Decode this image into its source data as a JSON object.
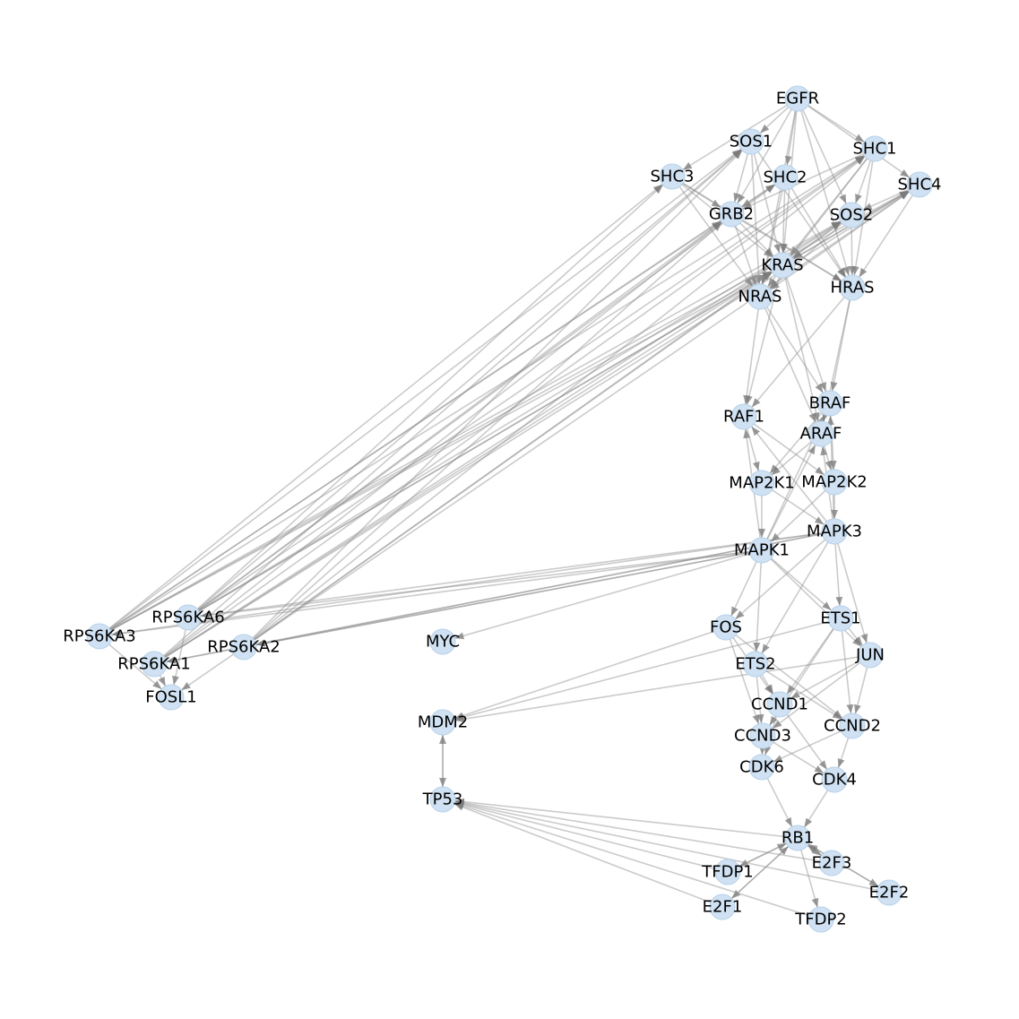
{
  "graph": {
    "type": "directed-network",
    "colors": {
      "node_fill": "#cfe1f2",
      "node_stroke": "#b7d2ea",
      "edge": "#8c8c8c",
      "label": "#000000",
      "background": "#ffffff"
    },
    "nodes": [
      "EGFR",
      "SOS1",
      "SHC1",
      "SHC3",
      "SHC2",
      "SHC4",
      "GRB2",
      "SOS2",
      "KRAS",
      "NRAS",
      "HRAS",
      "BRAF",
      "RAF1",
      "ARAF",
      "MAP2K1",
      "MAP2K2",
      "MAPK3",
      "MAPK1",
      "RPS6KA6",
      "RPS6KA3",
      "RPS6KA2",
      "RPS6KA1",
      "FOSL1",
      "MYC",
      "FOS",
      "ETS1",
      "JUN",
      "ETS2",
      "CCND1",
      "MDM2",
      "CCND2",
      "CCND3",
      "CDK6",
      "CDK4",
      "TP53",
      "RB1",
      "E2F3",
      "TFDP1",
      "E2F2",
      "E2F1",
      "TFDP2"
    ],
    "edges": [
      [
        "EGFR",
        "SOS1"
      ],
      [
        "EGFR",
        "SHC1"
      ],
      [
        "EGFR",
        "SHC2"
      ],
      [
        "EGFR",
        "SHC3"
      ],
      [
        "EGFR",
        "SHC4"
      ],
      [
        "EGFR",
        "GRB2"
      ],
      [
        "EGFR",
        "SOS2"
      ],
      [
        "EGFR",
        "KRAS"
      ],
      [
        "EGFR",
        "HRAS"
      ],
      [
        "EGFR",
        "NRAS"
      ],
      [
        "SOS1",
        "GRB2"
      ],
      [
        "SOS1",
        "KRAS"
      ],
      [
        "SOS1",
        "HRAS"
      ],
      [
        "SOS1",
        "NRAS"
      ],
      [
        "SHC1",
        "GRB2"
      ],
      [
        "SHC1",
        "SOS2"
      ],
      [
        "SHC1",
        "KRAS"
      ],
      [
        "SHC1",
        "HRAS"
      ],
      [
        "SHC1",
        "NRAS"
      ],
      [
        "SHC3",
        "GRB2"
      ],
      [
        "SHC3",
        "KRAS"
      ],
      [
        "SHC3",
        "HRAS"
      ],
      [
        "SHC3",
        "NRAS"
      ],
      [
        "SHC2",
        "GRB2"
      ],
      [
        "SHC2",
        "KRAS"
      ],
      [
        "SHC2",
        "HRAS"
      ],
      [
        "SHC2",
        "NRAS"
      ],
      [
        "SHC4",
        "SOS2"
      ],
      [
        "SHC4",
        "KRAS"
      ],
      [
        "SHC4",
        "HRAS"
      ],
      [
        "SHC4",
        "NRAS"
      ],
      [
        "GRB2",
        "KRAS"
      ],
      [
        "GRB2",
        "HRAS"
      ],
      [
        "GRB2",
        "NRAS"
      ],
      [
        "SOS2",
        "KRAS"
      ],
      [
        "SOS2",
        "HRAS"
      ],
      [
        "SOS2",
        "NRAS"
      ],
      [
        "KRAS",
        "BRAF"
      ],
      [
        "KRAS",
        "RAF1"
      ],
      [
        "KRAS",
        "ARAF"
      ],
      [
        "NRAS",
        "BRAF"
      ],
      [
        "NRAS",
        "RAF1"
      ],
      [
        "NRAS",
        "ARAF"
      ],
      [
        "HRAS",
        "BRAF"
      ],
      [
        "HRAS",
        "RAF1"
      ],
      [
        "HRAS",
        "ARAF"
      ],
      [
        "BRAF",
        "MAP2K1"
      ],
      [
        "BRAF",
        "MAP2K2"
      ],
      [
        "RAF1",
        "MAP2K1"
      ],
      [
        "RAF1",
        "MAP2K2"
      ],
      [
        "ARAF",
        "MAP2K1"
      ],
      [
        "ARAF",
        "MAP2K2"
      ],
      [
        "MAP2K1",
        "MAPK1"
      ],
      [
        "MAP2K1",
        "MAPK3"
      ],
      [
        "MAP2K2",
        "MAPK1"
      ],
      [
        "MAP2K2",
        "MAPK3"
      ],
      [
        "MAPK1",
        "RAF1"
      ],
      [
        "MAPK1",
        "BRAF"
      ],
      [
        "MAPK1",
        "ARAF"
      ],
      [
        "MAPK3",
        "RAF1"
      ],
      [
        "MAPK3",
        "BRAF"
      ],
      [
        "MAPK3",
        "ARAF"
      ],
      [
        "MAPK1",
        "RPS6KA3"
      ],
      [
        "MAPK1",
        "RPS6KA6"
      ],
      [
        "MAPK1",
        "RPS6KA2"
      ],
      [
        "MAPK1",
        "RPS6KA1"
      ],
      [
        "MAPK3",
        "RPS6KA3"
      ],
      [
        "MAPK3",
        "RPS6KA6"
      ],
      [
        "MAPK3",
        "RPS6KA2"
      ],
      [
        "MAPK3",
        "RPS6KA1"
      ],
      [
        "MAPK1",
        "MYC"
      ],
      [
        "MAPK1",
        "FOS"
      ],
      [
        "MAPK1",
        "ETS1"
      ],
      [
        "MAPK1",
        "ETS2"
      ],
      [
        "MAPK1",
        "JUN"
      ],
      [
        "MAPK3",
        "FOS"
      ],
      [
        "MAPK3",
        "ETS1"
      ],
      [
        "MAPK3",
        "ETS2"
      ],
      [
        "MAPK3",
        "JUN"
      ],
      [
        "RPS6KA3",
        "SOS1"
      ],
      [
        "RPS6KA3",
        "SOS2"
      ],
      [
        "RPS6KA3",
        "GRB2"
      ],
      [
        "RPS6KA3",
        "SHC1"
      ],
      [
        "RPS6KA3",
        "SHC2"
      ],
      [
        "RPS6KA3",
        "SHC3"
      ],
      [
        "RPS6KA3",
        "SHC4"
      ],
      [
        "RPS6KA3",
        "KRAS"
      ],
      [
        "RPS6KA6",
        "SOS1"
      ],
      [
        "RPS6KA6",
        "SOS2"
      ],
      [
        "RPS6KA6",
        "GRB2"
      ],
      [
        "RPS6KA6",
        "SHC1"
      ],
      [
        "RPS6KA6",
        "SHC2"
      ],
      [
        "RPS6KA6",
        "SHC3"
      ],
      [
        "RPS6KA6",
        "SHC4"
      ],
      [
        "RPS6KA6",
        "KRAS"
      ],
      [
        "RPS6KA2",
        "SOS1"
      ],
      [
        "RPS6KA2",
        "SOS2"
      ],
      [
        "RPS6KA2",
        "GRB2"
      ],
      [
        "RPS6KA2",
        "SHC1"
      ],
      [
        "RPS6KA2",
        "SHC4"
      ],
      [
        "RPS6KA2",
        "KRAS"
      ],
      [
        "RPS6KA1",
        "SOS1"
      ],
      [
        "RPS6KA1",
        "SOS2"
      ],
      [
        "RPS6KA1",
        "GRB2"
      ],
      [
        "RPS6KA1",
        "SHC1"
      ],
      [
        "RPS6KA1",
        "SHC4"
      ],
      [
        "RPS6KA1",
        "KRAS"
      ],
      [
        "RPS6KA3",
        "FOSL1"
      ],
      [
        "RPS6KA6",
        "FOSL1"
      ],
      [
        "RPS6KA2",
        "FOSL1"
      ],
      [
        "RPS6KA1",
        "FOSL1"
      ],
      [
        "FOS",
        "CCND1"
      ],
      [
        "FOS",
        "CCND2"
      ],
      [
        "FOS",
        "CCND3"
      ],
      [
        "FOS",
        "MDM2"
      ],
      [
        "ETS1",
        "CCND1"
      ],
      [
        "ETS1",
        "CCND2"
      ],
      [
        "ETS1",
        "CCND3"
      ],
      [
        "ETS1",
        "MDM2"
      ],
      [
        "ETS1",
        "JUN"
      ],
      [
        "JUN",
        "CCND1"
      ],
      [
        "JUN",
        "CCND2"
      ],
      [
        "JUN",
        "CCND3"
      ],
      [
        "JUN",
        "MDM2"
      ],
      [
        "ETS2",
        "CCND1"
      ],
      [
        "ETS2",
        "CCND2"
      ],
      [
        "ETS2",
        "CCND3"
      ],
      [
        "CCND1",
        "CDK4"
      ],
      [
        "CCND1",
        "CDK6"
      ],
      [
        "CCND2",
        "CDK4"
      ],
      [
        "CCND2",
        "CDK6"
      ],
      [
        "CCND3",
        "CDK4"
      ],
      [
        "CCND3",
        "CDK6"
      ],
      [
        "CDK4",
        "RB1"
      ],
      [
        "CDK6",
        "RB1"
      ],
      [
        "MDM2",
        "TP53"
      ],
      [
        "TP53",
        "MDM2"
      ],
      [
        "RB1",
        "E2F1"
      ],
      [
        "RB1",
        "E2F2"
      ],
      [
        "RB1",
        "E2F3"
      ],
      [
        "RB1",
        "TFDP1"
      ],
      [
        "RB1",
        "TFDP2"
      ],
      [
        "E2F1",
        "RB1"
      ],
      [
        "E2F2",
        "RB1"
      ],
      [
        "E2F3",
        "RB1"
      ],
      [
        "TFDP1",
        "RB1"
      ],
      [
        "E2F1",
        "TP53"
      ],
      [
        "E2F2",
        "TP53"
      ],
      [
        "E2F3",
        "TP53"
      ],
      [
        "TFDP1",
        "TP53"
      ],
      [
        "TFDP2",
        "TP53"
      ],
      [
        "RB1",
        "TP53"
      ]
    ]
  }
}
